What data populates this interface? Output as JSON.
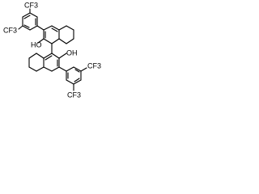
{
  "structure": {
    "labels": {
      "cf3_top_left_upper": "CF3",
      "cf3_top_left_lower": "CF3",
      "oh_upper": "HO",
      "oh_lower": "OH",
      "cf3_bottom_right_upper": "CF3",
      "cf3_bottom_right_lower": "CF3"
    }
  }
}
